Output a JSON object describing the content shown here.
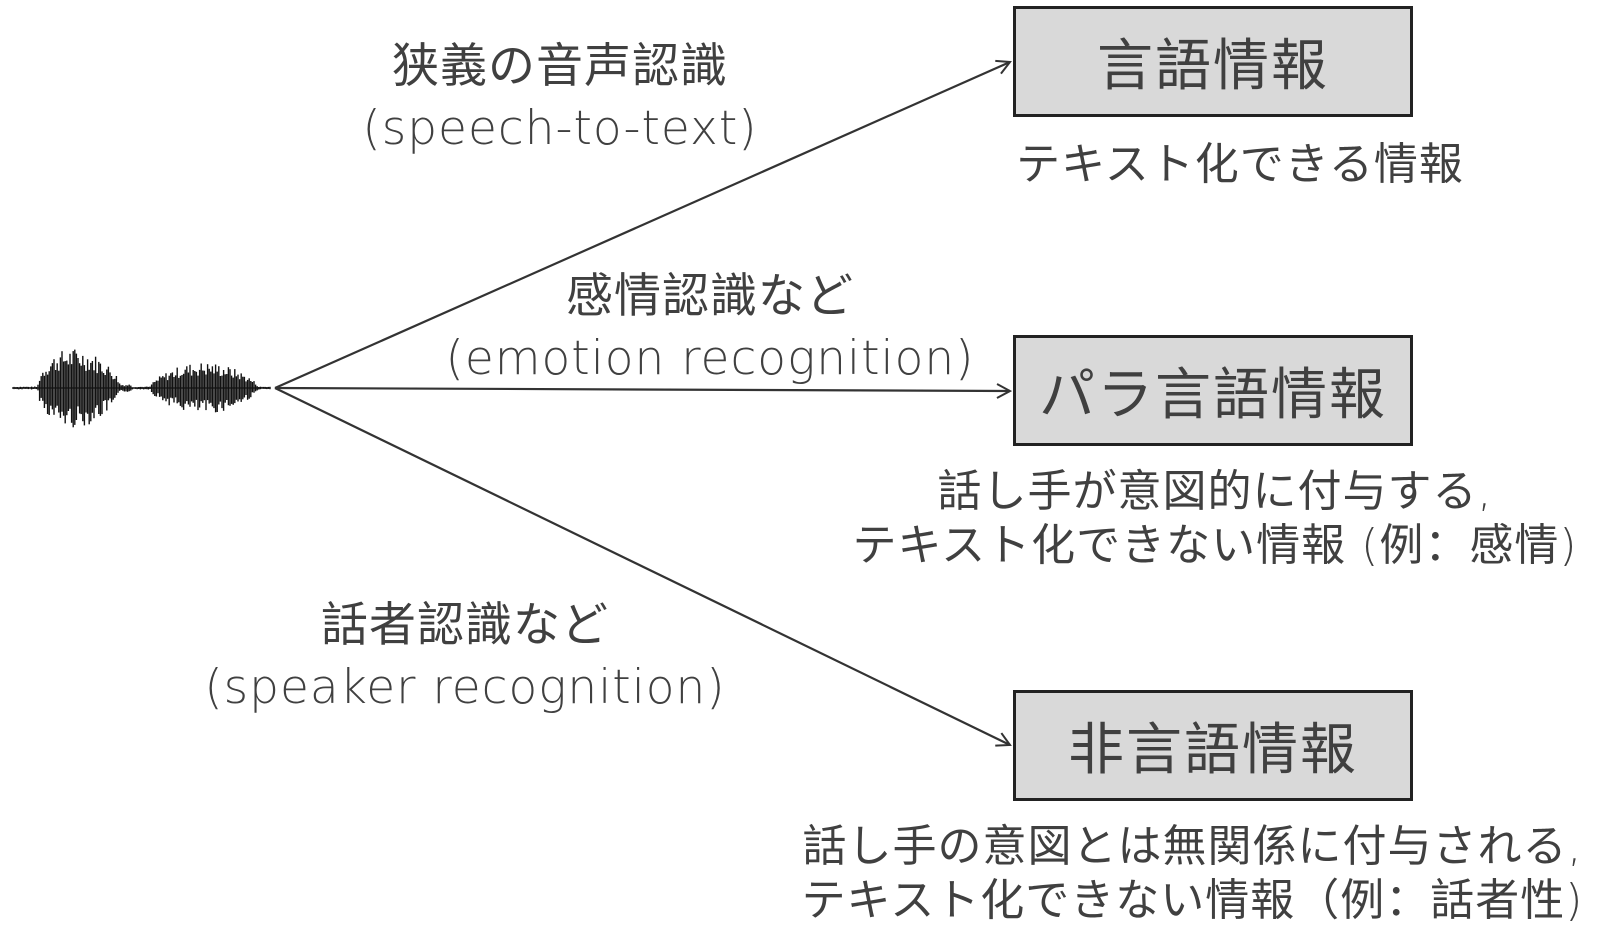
{
  "methods": {
    "speech_to_text": {
      "line1": "狭義の音声認識",
      "line2": "(speech-to-text)"
    },
    "emotion": {
      "line1": "感情認識など",
      "line2": "(emotion recognition)"
    },
    "speaker": {
      "line1": "話者認識など",
      "line2": "(speaker recognition)"
    }
  },
  "boxes": {
    "linguistic": "言語情報",
    "paralinguistic": "パラ言語情報",
    "nonlinguistic": "非言語情報"
  },
  "descriptions": {
    "linguistic": "テキスト化できる情報",
    "paralinguistic_line1": "話し手が意図的に付与する,",
    "paralinguistic_line2": "テキスト化できない情報 (例：感情)",
    "nonlinguistic_line1": "話し手の意図とは無関係に付与される,",
    "nonlinguistic_line2": "テキスト化できない情報（例：話者性)"
  },
  "colors": {
    "box_fill": "#d9d9d9",
    "box_border": "#222222",
    "arrow": "#333333",
    "text": "#404040",
    "waveform": "#111111"
  },
  "icons": {
    "source": "speech-waveform-icon"
  }
}
